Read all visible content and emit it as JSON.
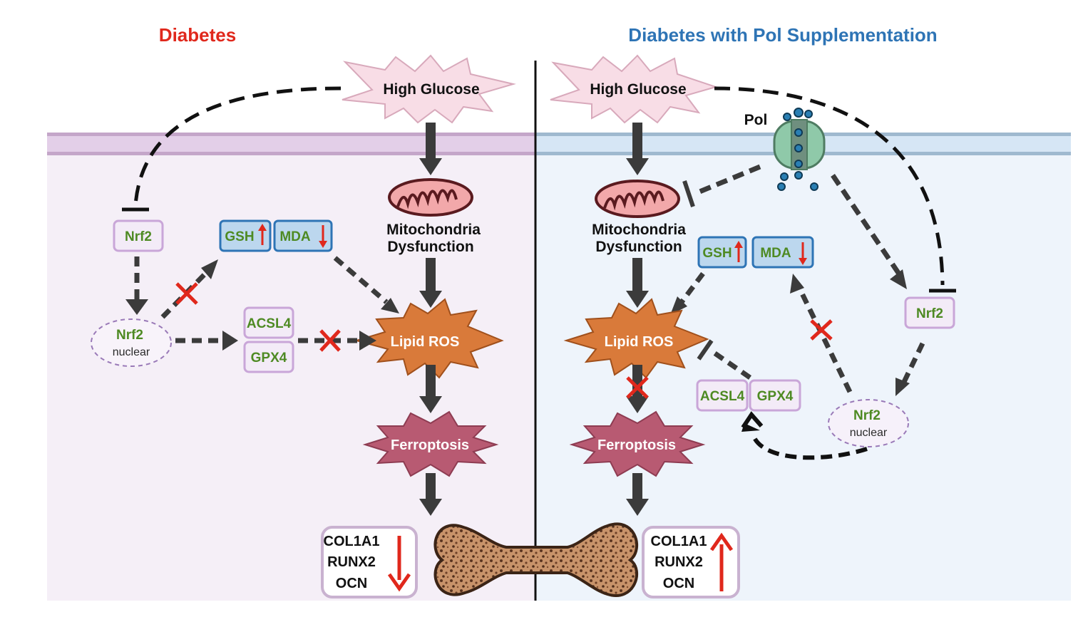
{
  "panels": {
    "left_title": "Diabetes",
    "right_title": "Diabetes with Pol Supplementation",
    "left_title_color": "#e0281c",
    "right_title_color": "#2e74b5",
    "left_bg": "#f5eff7",
    "right_bg": "#eef4fb",
    "left_membrane": "#e3cfe8",
    "right_membrane": "#d6e6f5"
  },
  "left": {
    "high_glucose": "High Glucose",
    "mito_line1": "Mitochondria",
    "mito_line2": "Dysfunction",
    "nrf2": "Nrf2",
    "nrf2_nuclear_line1": "Nrf2",
    "nrf2_nuclear_line2": "nuclear",
    "gsh": "GSH",
    "mda": "MDA",
    "acsl4": "ACSL4",
    "gpx4": "GPX4",
    "lipid_ros": "Lipid ROS",
    "ferroptosis": "Ferroptosis",
    "genes": [
      "COL1A1",
      "RUNX2",
      "OCN"
    ]
  },
  "right": {
    "high_glucose": "High Glucose",
    "pol": "Pol",
    "mito_line1": "Mitochondria",
    "mito_line2": "Dysfunction",
    "nrf2": "Nrf2",
    "nrf2_nuclear_line1": "Nrf2",
    "nrf2_nuclear_line2": "nuclear",
    "gsh": "GSH",
    "mda": "MDA",
    "acsl4": "ACSL4",
    "gpx4": "GPX4",
    "lipid_ros": "Lipid ROS",
    "ferroptosis": "Ferroptosis",
    "genes": [
      "COL1A1",
      "RUNX2",
      "OCN"
    ]
  },
  "icons": [
    "up-arrow-icon",
    "down-arrow-icon",
    "cross-icon",
    "mitochondria-icon",
    "bone-icon",
    "channel-protein-icon"
  ],
  "colors": {
    "arrow": "#3b3b3b",
    "inhibit_cross": "#e0281c",
    "lipid_ros": "#d97a3a",
    "ferroptosis": "#b85a72",
    "high_glucose": "#f8dde6",
    "green_text": "#4e8a23",
    "box_border": "#c9a6d8",
    "blue_box": "#bcd7ee",
    "blue_border": "#2e74b5"
  }
}
